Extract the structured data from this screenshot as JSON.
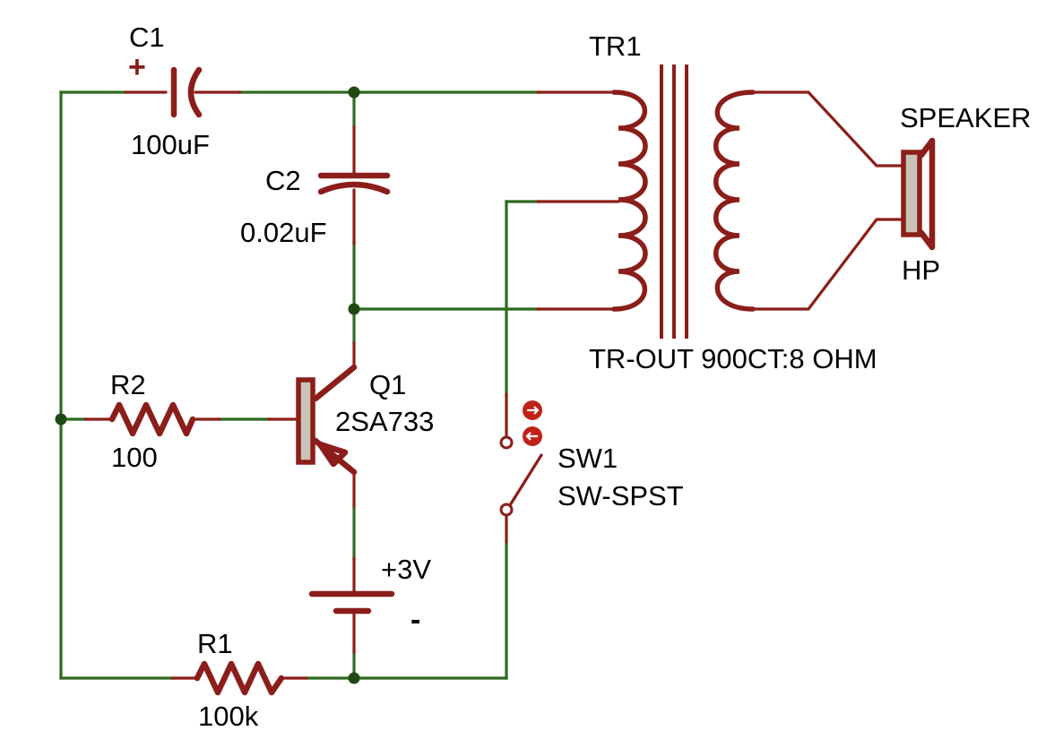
{
  "colors": {
    "wire": "#2f6a1f",
    "component": "#8b1e1a",
    "junction": "#1f4a14",
    "body_fill": "#c8c3b6",
    "text": "#000000"
  },
  "components": {
    "c1": {
      "ref": "C1",
      "value": "100uF",
      "polarity": "+"
    },
    "c2": {
      "ref": "C2",
      "value": "0.02uF"
    },
    "tr1": {
      "ref": "TR1",
      "value": "TR-OUT 900CT:8 OHM"
    },
    "speaker": {
      "ref": "SPEAKER",
      "value": "HP"
    },
    "r2": {
      "ref": "R2",
      "value": "100"
    },
    "q1": {
      "ref": "Q1",
      "value": "2SA733"
    },
    "sw1": {
      "ref": "SW1",
      "value": "SW-SPST"
    },
    "battery": {
      "value": "+3V",
      "negative": "-"
    },
    "r1": {
      "ref": "R1",
      "value": "100k"
    }
  },
  "icons": {
    "switch_marker": "arrow-circle-icon"
  }
}
